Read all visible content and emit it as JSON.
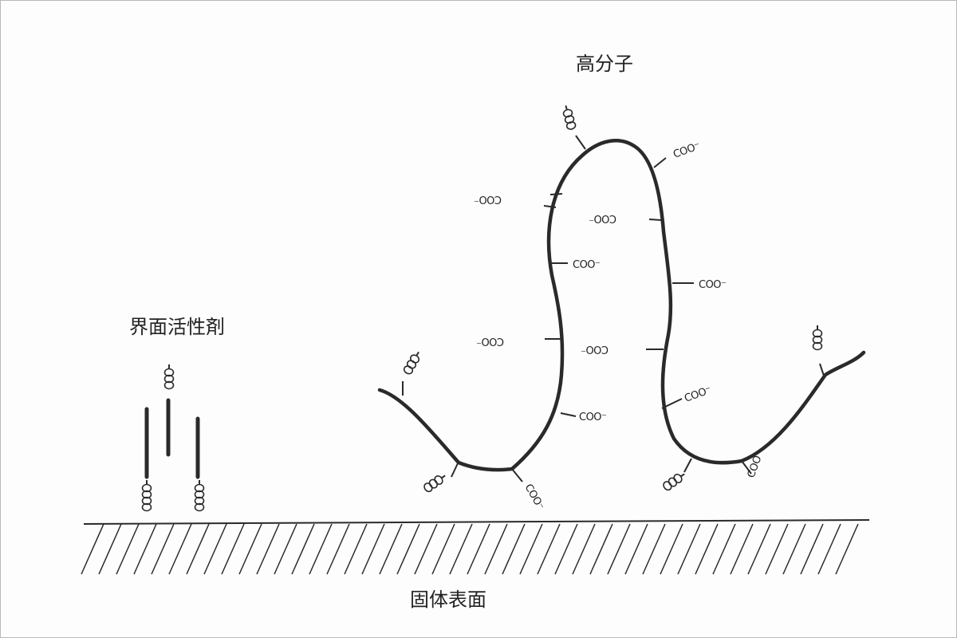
{
  "labels": {
    "polymer": "高分子",
    "surfactant": "界面活性剤",
    "solid_surface": "固体表面"
  },
  "groups": {
    "carboxylate": "COO⁻"
  }
}
